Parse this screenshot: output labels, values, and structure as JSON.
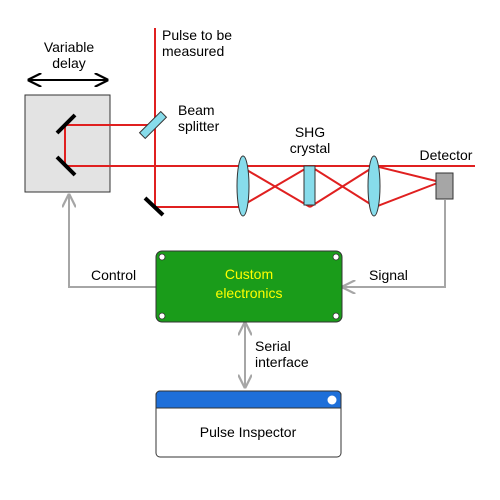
{
  "labels": {
    "pulse_line1": "Pulse to be",
    "pulse_line2": "measured",
    "variable_line1": "Variable",
    "variable_line2": "delay",
    "beam_line1": "Beam",
    "beam_line2": "splitter",
    "shg_line1": "SHG",
    "shg_line2": "crystal",
    "detector": "Detector",
    "control": "Control",
    "signal": "Signal",
    "serial_line1": "Serial",
    "serial_line2": "interface",
    "electronics_line1": "Custom",
    "electronics_line2": "electronics",
    "app_title": "Pulse Inspector"
  },
  "colors": {
    "beam": "#e02020",
    "optic": "#87dceb",
    "board": "#1a9c1a",
    "board_text": "#ffff00",
    "arrow": "#a6a6a6",
    "window_bar": "#1e6fd9"
  }
}
